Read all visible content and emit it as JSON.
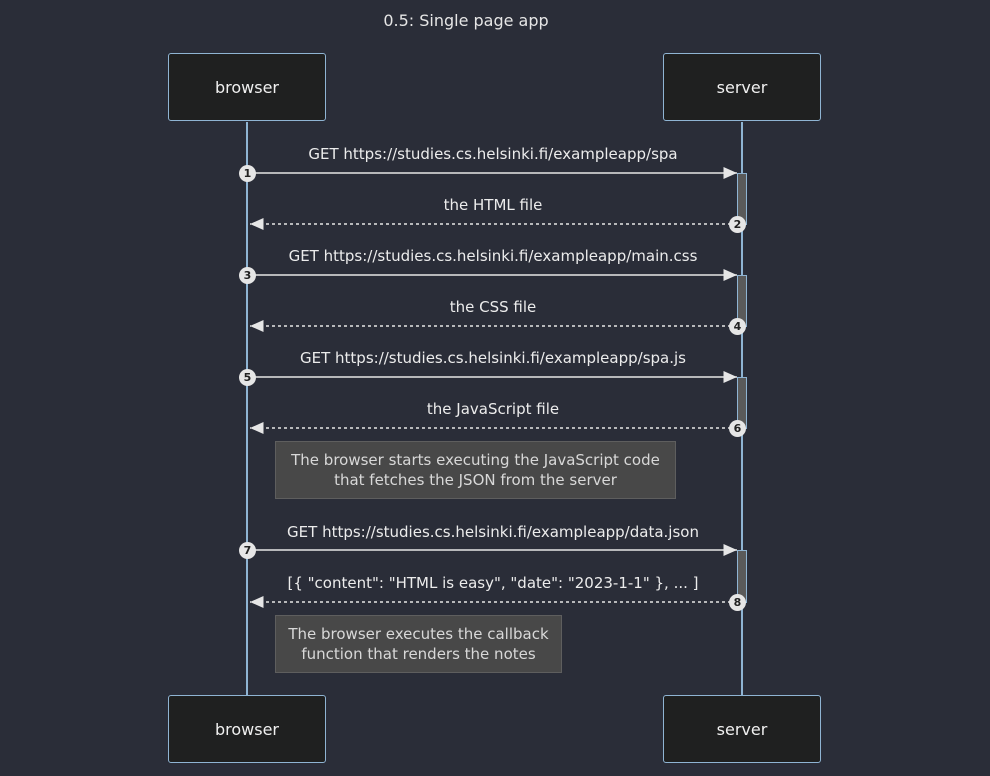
{
  "title": "0.5: Single page app",
  "participants": {
    "browser": "browser",
    "server": "server"
  },
  "messages": [
    {
      "number": "1",
      "text": "GET https://studies.cs.helsinki.fi/exampleapp/spa",
      "direction": "request"
    },
    {
      "number": "2",
      "text": "the HTML file",
      "direction": "response"
    },
    {
      "number": "3",
      "text": "GET https://studies.cs.helsinki.fi/exampleapp/main.css",
      "direction": "request"
    },
    {
      "number": "4",
      "text": "the CSS file",
      "direction": "response"
    },
    {
      "number": "5",
      "text": "GET https://studies.cs.helsinki.fi/exampleapp/spa.js",
      "direction": "request"
    },
    {
      "number": "6",
      "text": "the JavaScript file",
      "direction": "response"
    },
    {
      "number": "7",
      "text": "GET https://studies.cs.helsinki.fi/exampleapp/data.json",
      "direction": "request"
    },
    {
      "number": "8",
      "text": "[{ \"content\": \"HTML is easy\", \"date\": \"2023-1-1\" }, ... ]",
      "direction": "response"
    }
  ],
  "notes": [
    {
      "line1": "The browser starts executing the JavaScript code",
      "line2": "that fetches the JSON from the server"
    },
    {
      "line1": "The browser executes the callback",
      "line2": "function that renders the notes"
    }
  ],
  "colors": {
    "background": "#2a2d38",
    "lifeline": "#8fb4d3",
    "actor_fill": "#1f2020",
    "note_fill": "#484848",
    "arrow": "#e6e6e6"
  }
}
